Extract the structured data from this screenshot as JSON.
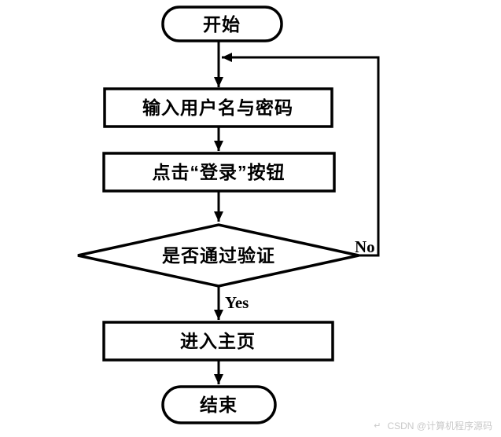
{
  "flowchart": {
    "nodes": {
      "start": {
        "label": "开始"
      },
      "input_credentials": {
        "label": "输入用户名与密码"
      },
      "click_login": {
        "label": "点击“登录”按钮"
      },
      "verify": {
        "label": "是否通过验证"
      },
      "enter_home": {
        "label": "进入主页"
      },
      "end": {
        "label": "结束"
      }
    },
    "edge_labels": {
      "yes": "Yes",
      "no": "No"
    },
    "colors": {
      "line": "#000000",
      "node_fill": "#ffffff",
      "background": "#ffffff"
    }
  },
  "watermark": {
    "icon": "↵",
    "text": "CSDN @计算机程序源码",
    "color": "#c9c9c9"
  }
}
